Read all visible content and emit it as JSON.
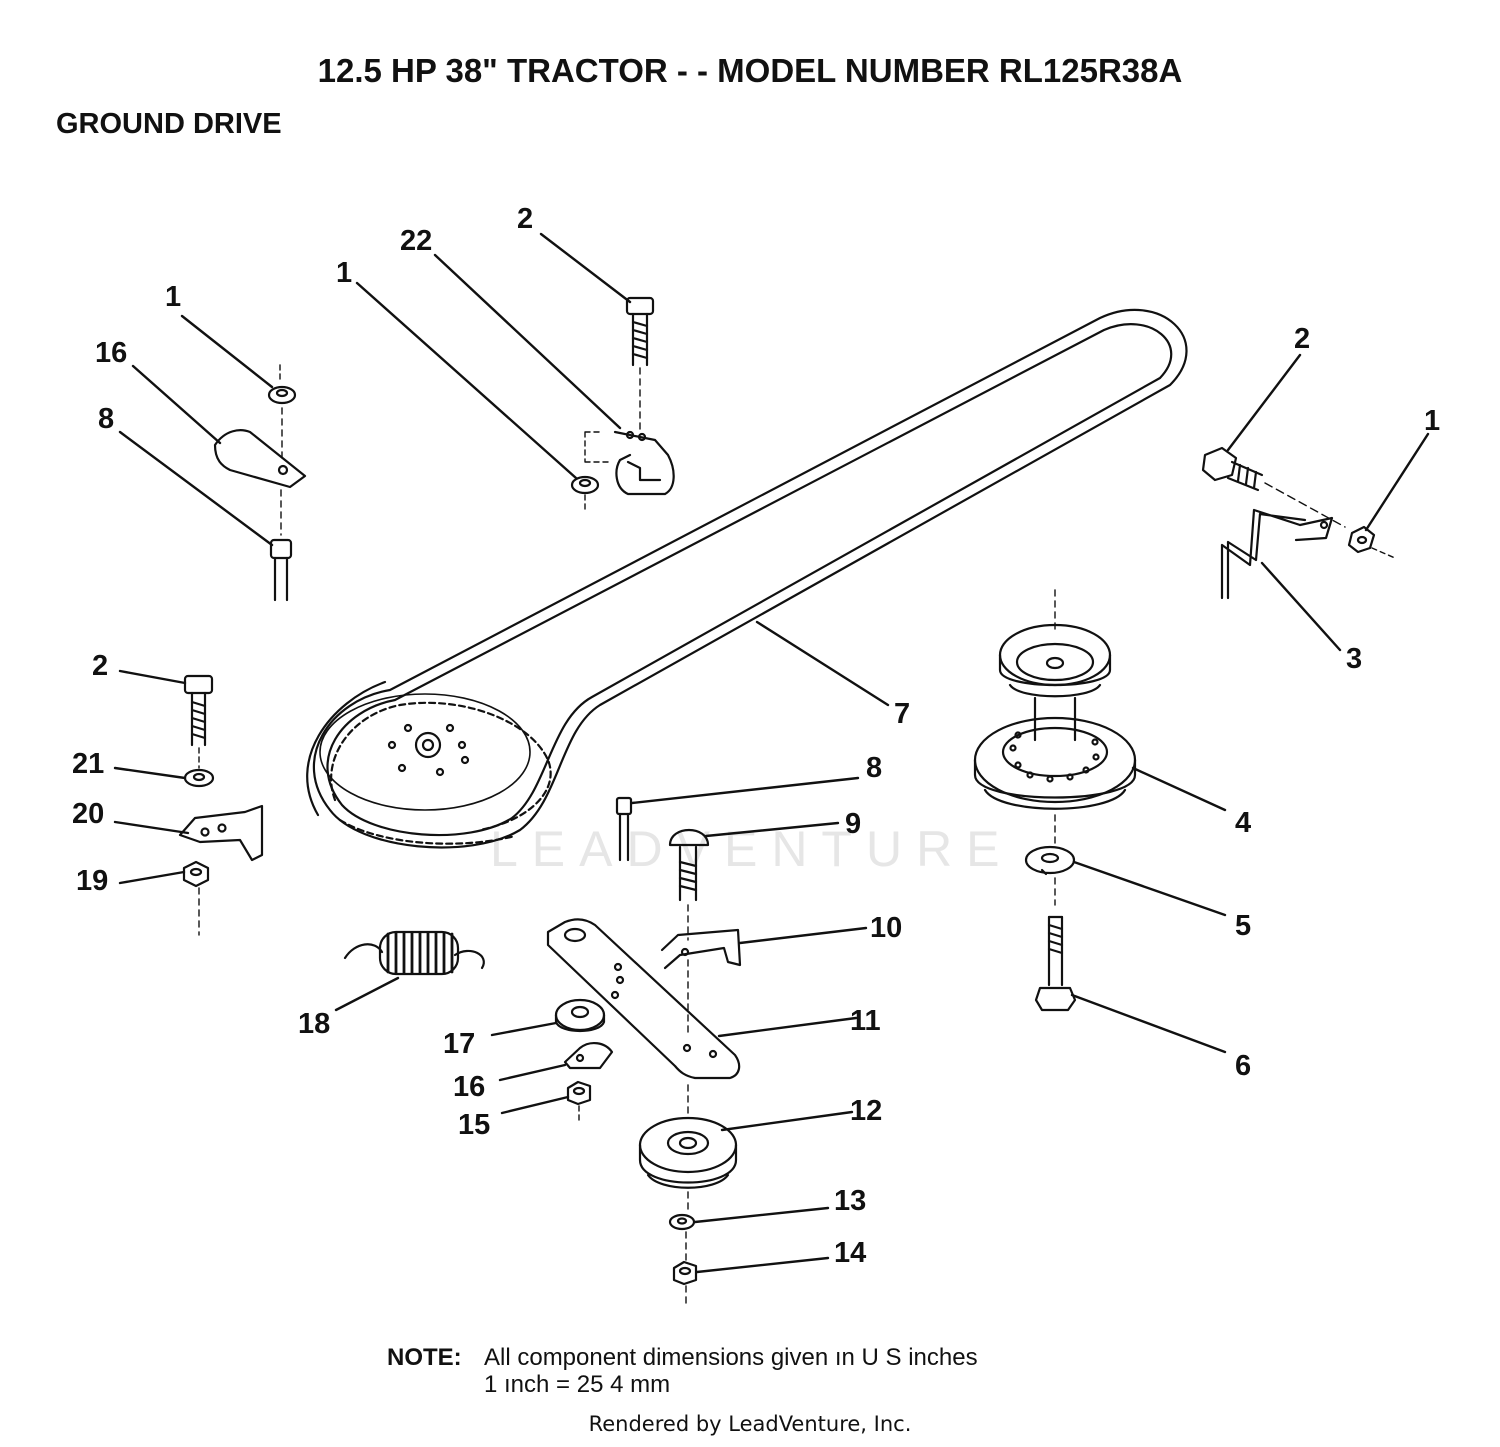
{
  "header": {
    "title": "12.5 HP 38\" TRACTOR - - MODEL NUMBER RL125R38A",
    "subtitle": "GROUND DRIVE"
  },
  "callouts": {
    "c1a": "1",
    "c16a": "16",
    "c8a": "8",
    "c22": "22",
    "c1b": "1",
    "c2a": "2",
    "c2b": "2",
    "c1c": "1",
    "c3": "3",
    "c7": "7",
    "c4": "4",
    "c5": "5",
    "c6": "6",
    "c2c": "2",
    "c21": "21",
    "c20": "20",
    "c19": "19",
    "c8b": "8",
    "c9": "9",
    "c10": "10",
    "c11": "11",
    "c18": "18",
    "c17": "17",
    "c16b": "16",
    "c15": "15",
    "c12": "12",
    "c13": "13",
    "c14": "14"
  },
  "note": {
    "label": "NOTE:",
    "line1": "All component dimensions given ın U S  inches",
    "line2": "1 ınch = 25 4 mm"
  },
  "watermark": "LEADVENTURE",
  "footer": "Rendered by LeadVenture, Inc."
}
